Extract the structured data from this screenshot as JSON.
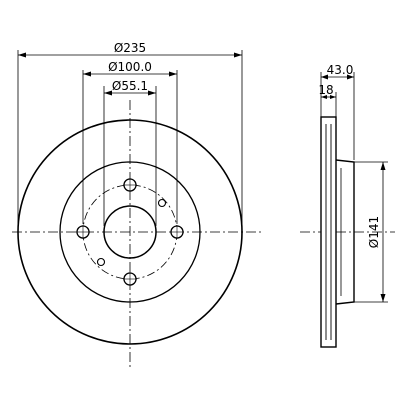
{
  "dimensions": {
    "outer_diameter": "Ø235",
    "pcd_diameter": "Ø100.0",
    "center_bore": "Ø55.1",
    "overall_height": "43.0",
    "disc_thickness": "18",
    "hat_diameter": "Ø141"
  },
  "colors": {
    "line": "#000000",
    "background": "#ffffff"
  }
}
